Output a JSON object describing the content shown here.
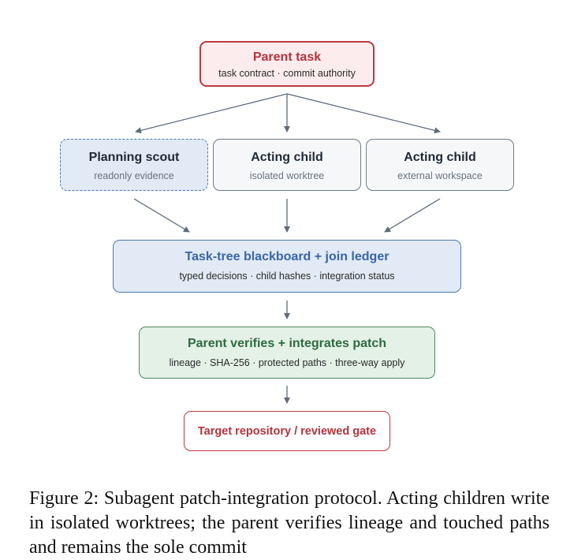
{
  "diagram": {
    "parent": {
      "title": "Parent task",
      "subtitle": "task contract · commit authority"
    },
    "children": [
      {
        "title": "Planning scout",
        "subtitle": "readonly evidence"
      },
      {
        "title": "Acting child",
        "subtitle": "isolated worktree"
      },
      {
        "title": "Acting child",
        "subtitle": "external workspace"
      }
    ],
    "blackboard": {
      "title": "Task-tree blackboard + join ledger",
      "subtitle": "typed decisions · child hashes · integration status"
    },
    "verify": {
      "title": "Parent verifies + integrates patch",
      "subtitle": "lineage · SHA-256 · protected paths · three-way apply"
    },
    "target": {
      "title": "Target repository / reviewed gate"
    },
    "colors": {
      "parent_red": "#c0383f",
      "scout_blue": "#4d79b4",
      "verify_green": "#4b8a5c",
      "arrow_gray": "#5f6b7a"
    }
  },
  "caption": {
    "text": "Figure 2: Subagent patch-integration protocol. Acting children write in isolated worktrees; the parent verifies lineage and touched paths and remains the sole commit"
  }
}
